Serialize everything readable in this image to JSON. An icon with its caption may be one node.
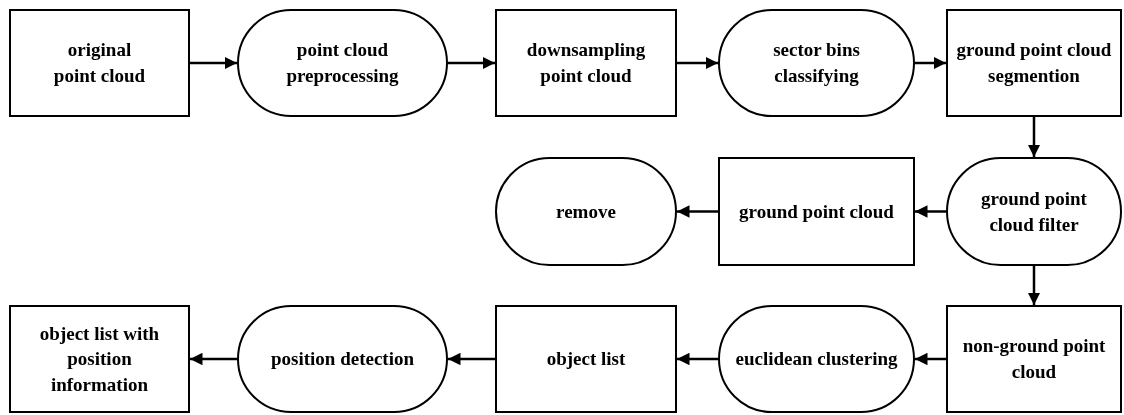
{
  "diagram": {
    "nodes": [
      {
        "text": [
          "original point cloud"
        ]
      },
      {
        "text": [
          "point cloud preprocessing"
        ]
      },
      {
        "text": [
          "downsampling point cloud"
        ]
      },
      {
        "text": [
          "sector bins classifying"
        ]
      },
      {
        "text": [
          "ground point cloud segmention"
        ]
      },
      {
        "text": [
          "remove"
        ]
      },
      {
        "text": [
          "ground point cloud"
        ]
      },
      {
        "text": [
          "ground point cloud filter"
        ]
      },
      {
        "text": [
          "object list with position information"
        ]
      },
      {
        "text": [
          "position detection"
        ]
      },
      {
        "text": [
          "object list"
        ]
      },
      {
        "text": [
          "euclidean clustering"
        ]
      },
      {
        "text": [
          "non-ground point cloud"
        ]
      }
    ],
    "edges": [
      {
        "from": 0,
        "to": 1,
        "arrow": "to"
      },
      {
        "from": 1,
        "to": 2,
        "arrow": "to"
      },
      {
        "from": 2,
        "to": 3,
        "arrow": "to"
      },
      {
        "from": 3,
        "to": 4,
        "arrow": "to"
      },
      {
        "from": 4,
        "to": 7,
        "arrow": "to"
      },
      {
        "from": 7,
        "to": 6,
        "arrow": "to"
      },
      {
        "from": 6,
        "to": 5,
        "arrow": "to"
      },
      {
        "from": 7,
        "to": 12,
        "arrow": "to"
      },
      {
        "from": 12,
        "to": 11,
        "arrow": "to"
      },
      {
        "from": 11,
        "to": 10,
        "arrow": "to"
      },
      {
        "from": 10,
        "to": 9,
        "arrow": "to"
      },
      {
        "from": 9,
        "to": 8,
        "arrow": "to"
      }
    ]
  }
}
